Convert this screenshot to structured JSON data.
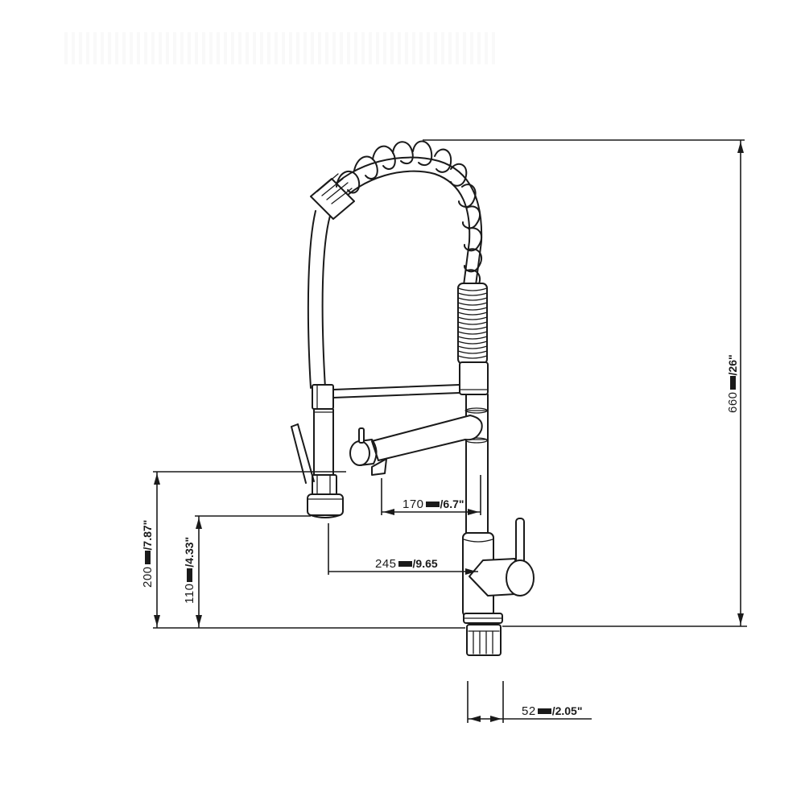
{
  "diagram": {
    "title": "Pull-down spring kitchen faucet dimension drawing",
    "line_color": "#1a1a1a",
    "background": "#ffffff"
  },
  "dimensions": {
    "overall_height": {
      "metric": "660",
      "unit": "mm",
      "imperial": "/26\""
    },
    "spray_head_height": {
      "metric": "200",
      "unit": "mm",
      "imperial": "/7.87\""
    },
    "spray_outlet_height": {
      "metric": "110",
      "unit": "mm",
      "imperial": "/4.33\""
    },
    "swivel_spout_reach": {
      "metric": "170",
      "unit": "mm",
      "imperial": "/6.7\""
    },
    "spray_head_reach": {
      "metric": "245",
      "unit": "mm",
      "imperial": "/9.65"
    },
    "base_diameter": {
      "metric": "52",
      "unit": "mm",
      "imperial": "/2.05\""
    }
  },
  "components": [
    "coil-spring",
    "spray-hose",
    "pull-down-spray-head",
    "spray-head-trigger-lever",
    "swivel-pot-filler-spout",
    "spout-handle",
    "faucet-body",
    "mixing-handle",
    "mounting-base-nut"
  ]
}
